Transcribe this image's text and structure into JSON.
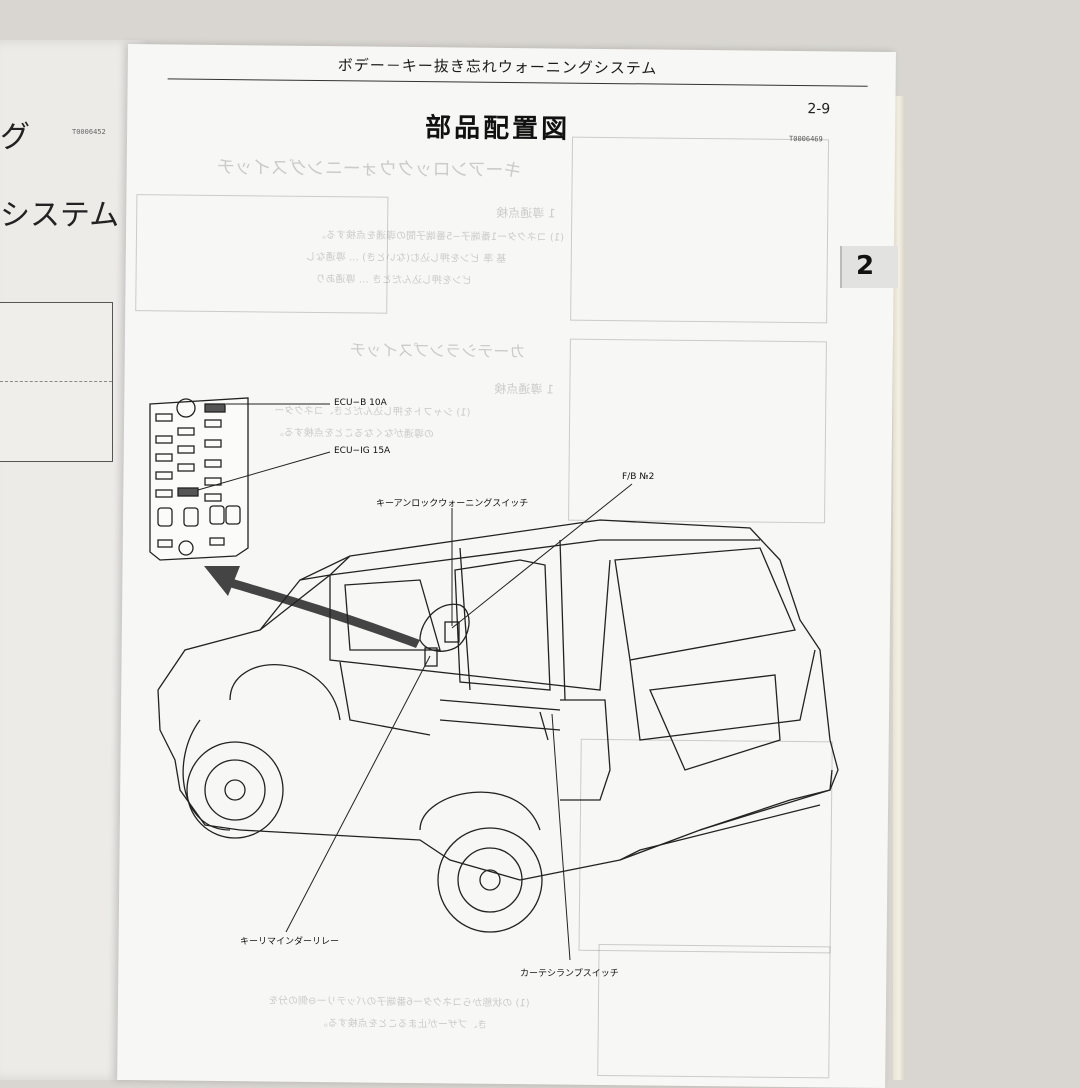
{
  "left_page": {
    "fragment_1": "グ",
    "fragment_2": "システム",
    "figure_code": "T0006452"
  },
  "header": {
    "running_title": "ボデー－キー抜き忘れウォーニングシステム",
    "page_number": "2-9"
  },
  "section": {
    "title": "部品配置図",
    "figure_code": "T0006469"
  },
  "chapter_tab": "2",
  "diagram": {
    "labels": {
      "ecu_b": "ECU−B 10A",
      "ecu_ig": "ECU−IG 15A",
      "fb": "F/B №2",
      "key_unlock_switch": "キーアンロックウォーニングスイッチ",
      "key_reminder_relay": "キーリマインダーリレー",
      "courtesy_lamp_switch": "カーテシランプスイッチ"
    }
  },
  "show_through": {
    "heading_1": "キーアンロックウォーニングスイッチ",
    "heading_2": "カーテシランプスイッチ",
    "step_1": "1 導通点検",
    "step_2": "1 導通点検",
    "line_1": "(1) コネクター1番端子−5番端子間の導通を点検する。",
    "line_2": "基 準  ピンを押し込む(ないとき) … 導通なし",
    "line_3": "ピンを押し込んだとき … 導通あり",
    "line_4": "(1) シャフトを押し込んだとき、コネクター",
    "line_5": "の導通がなくなることを点検する。",
    "line_6": "(1) の状態からコネクター6番端子のバッテリー⊖側の分を",
    "line_7": "き、ブザーが止まることを点検する。"
  }
}
